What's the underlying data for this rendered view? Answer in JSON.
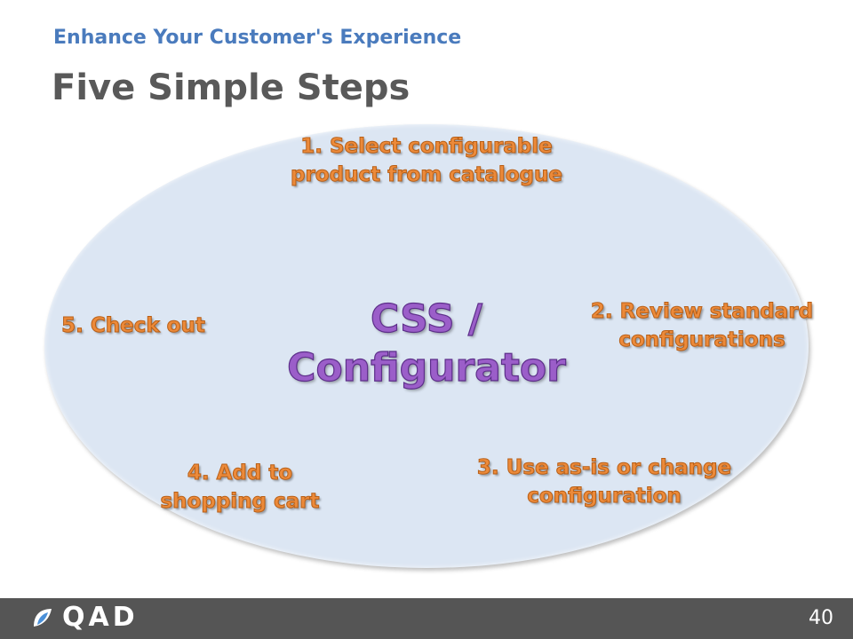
{
  "header": {
    "subtitle": "Enhance Your Customer's Experience",
    "title": "Five Simple Steps"
  },
  "diagram": {
    "center": {
      "line1": "CSS /",
      "line2": "Configurator"
    },
    "steps": [
      {
        "label": "1. Select configurable product from catalogue"
      },
      {
        "label": "2. Review standard configurations"
      },
      {
        "label": "3. Use as-is or change configuration"
      },
      {
        "label": "4. Add to shopping cart"
      },
      {
        "label": "5. Check out"
      }
    ],
    "colors": {
      "ellipse_fill": "#dce6f3",
      "step_text": "#ec8a3a",
      "center_text": "#9b5ec9"
    }
  },
  "footer": {
    "logo_text": "QAD",
    "logo_icon": "qad-logo-icon",
    "page_number": "40"
  }
}
